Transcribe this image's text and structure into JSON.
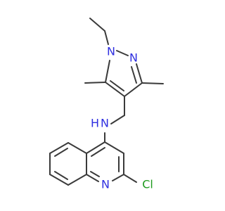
{
  "colors": {
    "background": "#ffffff",
    "bond": "#3a3a3a",
    "nitrogen": "#2f2fe0",
    "chlorine": "#1f9b1f"
  },
  "labels": {
    "n_pyrazole_1": "N",
    "n_pyrazole_2": "N",
    "n_amine": "N",
    "h_amine": "H",
    "n_quinoline": "N",
    "cl": "Cl"
  }
}
